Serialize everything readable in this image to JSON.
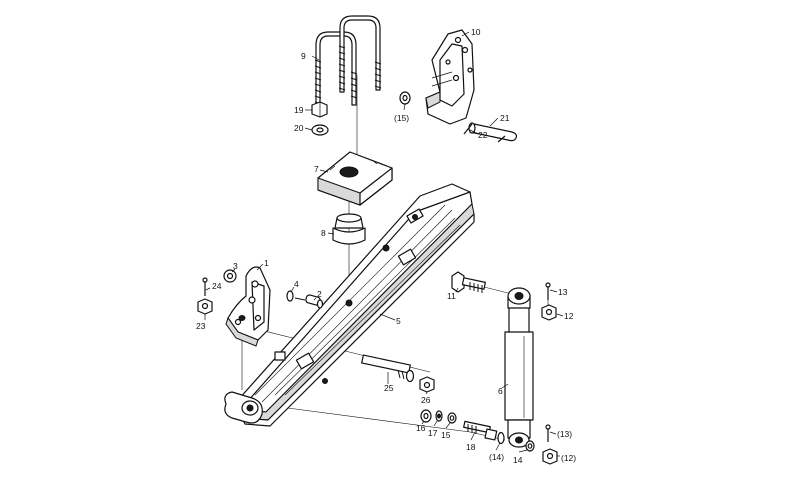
{
  "callouts": {
    "c1": "1",
    "c2": "2",
    "c3": "3",
    "c4": "4",
    "c5": "5",
    "c6": "6",
    "c7": "7",
    "c8": "8",
    "c9": "9",
    "c10": "10",
    "c11": "11",
    "c12": "12",
    "c12p": "(12)",
    "c13": "13",
    "c13p": "(13)",
    "c14": "14",
    "c14p": "(14)",
    "c15": "15",
    "c15p": "(15)",
    "c16": "16",
    "c17": "17",
    "c18": "18",
    "c19": "19",
    "c20": "20",
    "c21": "21",
    "c22": "22",
    "c23": "23",
    "c24": "24",
    "c25": "25",
    "c26": "26"
  }
}
